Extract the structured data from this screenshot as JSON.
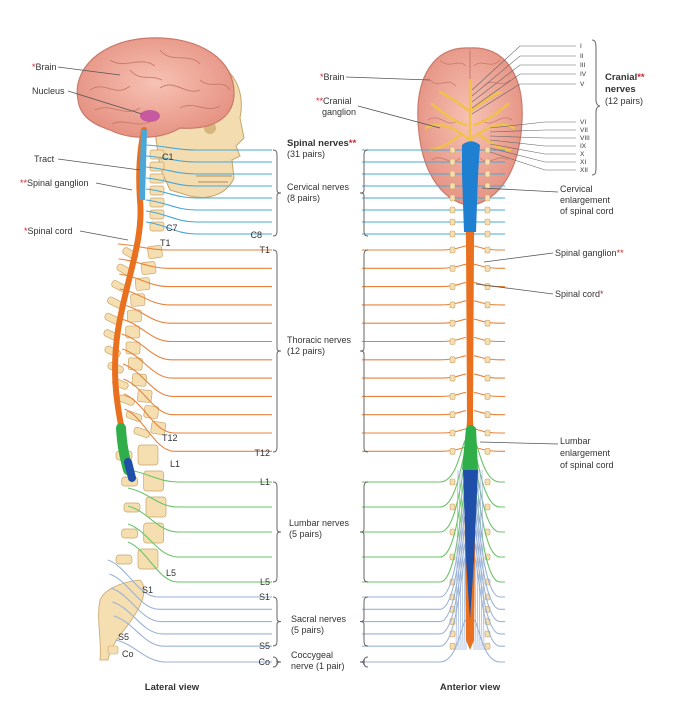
{
  "colors": {
    "cervical": "#4aa7d8",
    "thoracic": "#e8823c",
    "lumbar": "#6cc36a",
    "sacral": "#9bb3d6",
    "cord_green": "#2fae4a",
    "cord_blue": "#1f4fa8",
    "bone": "#f5deb0",
    "bone_stroke": "#c9a56a",
    "brain": "#f2a99a",
    "brain_stroke": "#c97a6a",
    "ganglion": "#f3d27a",
    "label_line": "#555555",
    "asterisk": "#d0262b",
    "text": "#333333"
  },
  "lateral": {
    "caption": "Lateral view",
    "labels": {
      "brain": "Brain",
      "nucleus": "Nucleus",
      "tract": "Tract",
      "spinal_ganglion": "Spinal ganglion",
      "spinal_cord": "Spinal cord"
    },
    "levels": {
      "c1": "C1",
      "c7": "C7",
      "t1": "T1",
      "t12": "T12",
      "l1": "L1",
      "l5": "L5",
      "s1": "S1",
      "s5": "S5",
      "co": "Co"
    }
  },
  "middle": {
    "spinal_nerves": "Spinal nerves",
    "spinal_nerves_count": "(31 pairs)",
    "cervical": "Cervical nerves",
    "cervical_count": "(8 pairs)",
    "thoracic": "Thoracic nerves",
    "thoracic_count": "(12 pairs)",
    "lumbar": "Lumbar nerves",
    "lumbar_count": "(5 pairs)",
    "sacral": "Sacral nerves",
    "sacral_count": "(5 pairs)",
    "coccygeal": "Coccygeal",
    "coccygeal_count": "nerve (1 pair)",
    "levels": {
      "c8": "C8",
      "t1": "T1",
      "t12": "T12",
      "l1": "L1",
      "l5": "L5",
      "s1": "S1",
      "s5": "S5",
      "co": "Co"
    }
  },
  "anterior": {
    "caption": "Anterior view",
    "labels": {
      "brain": "Brain",
      "cranial_ganglion_1": "Cranial",
      "cranial_ganglion_2": "ganglion",
      "cranial_nerves_1": "Cranial",
      "cranial_nerves_2": "nerves",
      "cranial_nerves_count": "(12 pairs)",
      "cervical_enlargement_1": "Cervical",
      "cervical_enlargement_2": "enlargement",
      "cervical_enlargement_3": "of spinal cord",
      "spinal_ganglion": "Spinal ganglion",
      "spinal_cord": "Spinal cord",
      "lumbar_enlargement_1": "Lumbar",
      "lumbar_enlargement_2": "enlargement",
      "lumbar_enlargement_3": "of spinal cord"
    },
    "cranial_numerals": [
      "I",
      "II",
      "III",
      "IV",
      "V",
      "VI",
      "VII",
      "VIII",
      "IX",
      "X",
      "XI",
      "XII"
    ]
  },
  "asterisk_single": "*",
  "asterisk_double": "**"
}
